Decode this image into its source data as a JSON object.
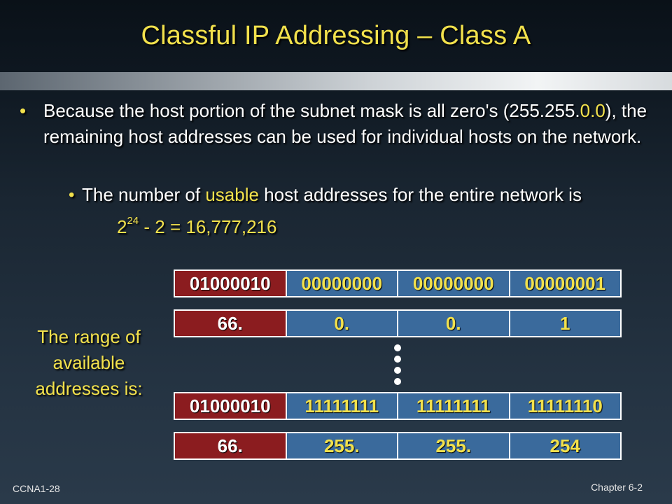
{
  "slide": {
    "title": "Classful IP Addressing – Class A",
    "bullet1_a": "Because the host portion of the subnet mask is all zero's (255.255.",
    "bullet1_b": "0.0",
    "bullet1_c": "), the remaining host addresses can be used for individual hosts on the network.",
    "bullet2_a": "The number of ",
    "bullet2_b": "usable",
    "bullet2_c": " host addresses for the entire network is",
    "math_base": "2",
    "math_exp": "24",
    "math_rest": " - 2 = 16,777,216",
    "range_label": "The range of available addresses is:",
    "footer_left": "CCNA1-28",
    "footer_right": "Chapter 6-2"
  },
  "address_rows": [
    [
      "01000010",
      "00000000",
      "00000000",
      "00000001"
    ],
    [
      "66.",
      "0.",
      "0.",
      "1"
    ],
    [
      "01000010",
      "11111111",
      "11111111",
      "11111110"
    ],
    [
      "66.",
      "255.",
      "255.",
      "254"
    ]
  ],
  "colors": {
    "title": "#f2e14c",
    "network_cell": "#8b1c1f",
    "host_cell": "#3a6a9c",
    "highlight": "#f2e14c"
  }
}
